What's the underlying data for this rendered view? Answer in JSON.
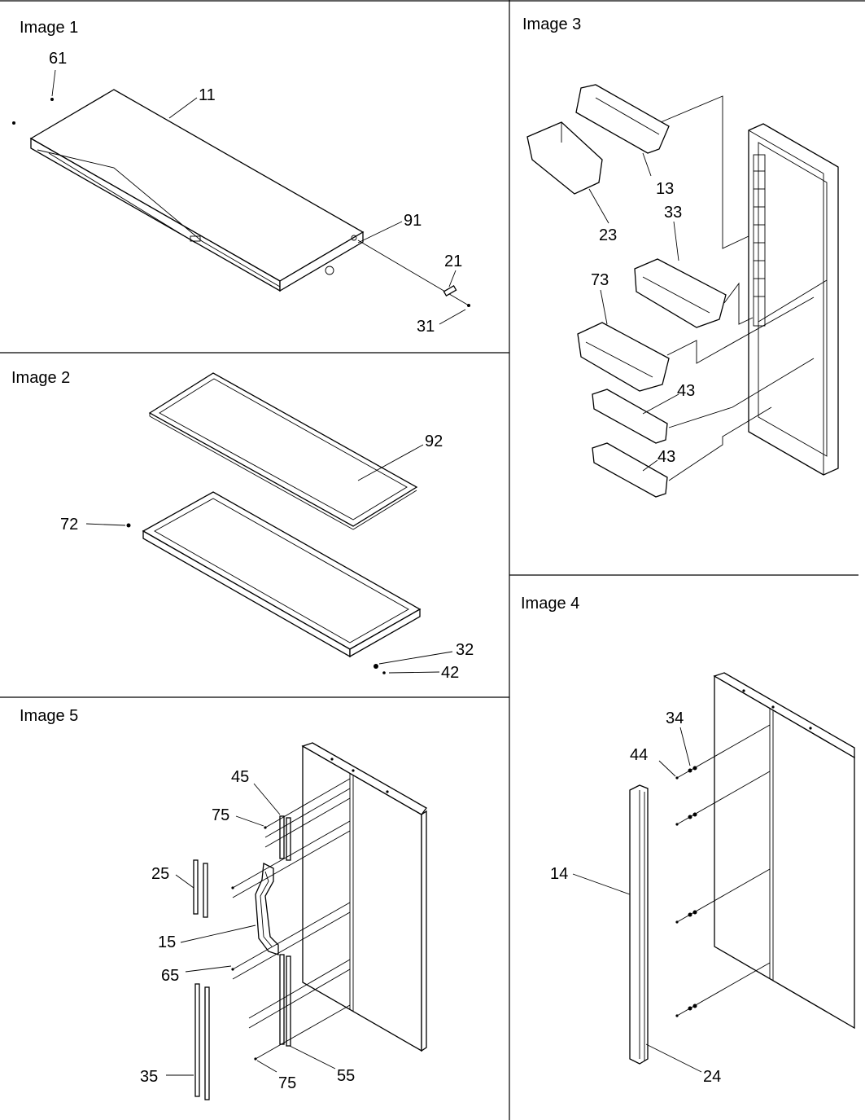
{
  "panels": [
    {
      "title": "Image 1",
      "callouts": [
        "61",
        "11",
        "91",
        "21",
        "31"
      ]
    },
    {
      "title": "Image 2",
      "callouts": [
        "92",
        "72",
        "32",
        "42"
      ]
    },
    {
      "title": "Image 3",
      "callouts": [
        "13",
        "23",
        "33",
        "73",
        "43",
        "43"
      ]
    },
    {
      "title": "Image 4",
      "callouts": [
        "34",
        "44",
        "14",
        "24"
      ]
    },
    {
      "title": "Image 5",
      "callouts": [
        "45",
        "75",
        "25",
        "15",
        "65",
        "35",
        "75",
        "55"
      ]
    }
  ]
}
